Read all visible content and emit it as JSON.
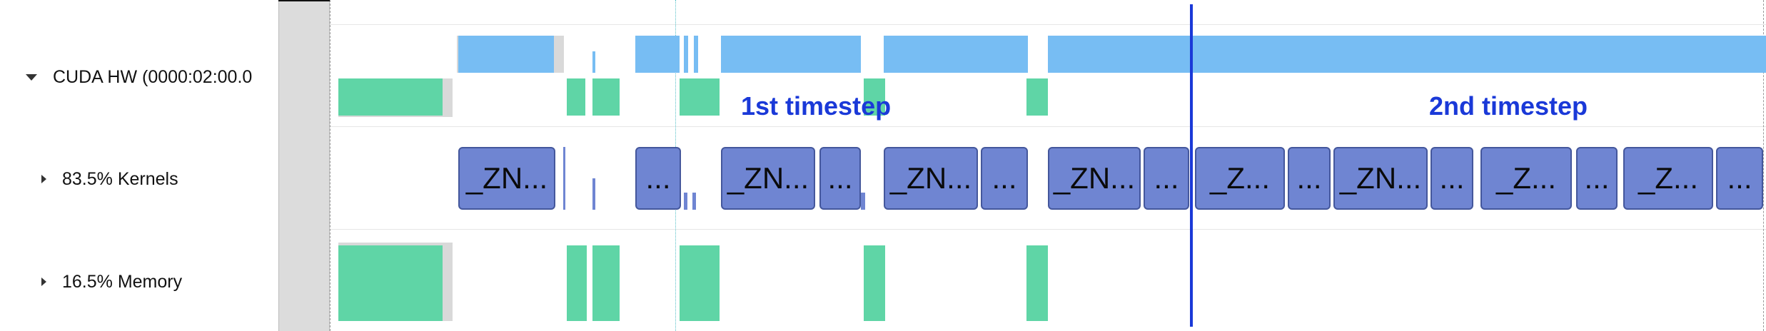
{
  "tree": {
    "rows": [
      {
        "label": "CUDA HW (0000:02:00.0",
        "expanded": true
      },
      {
        "label": "83.5% Kernels",
        "expanded": false
      },
      {
        "label": "16.5% Memory",
        "expanded": false
      }
    ]
  },
  "annotations": {
    "timestep1": "1st timestep",
    "timestep2": "2nd timestep"
  },
  "kernels": [
    {
      "label": "_ZN..."
    },
    {
      "label": "..."
    },
    {
      "label": "_ZN..."
    },
    {
      "label": "..."
    },
    {
      "label": "_ZN..."
    },
    {
      "label": "..."
    },
    {
      "label": "_ZN..."
    },
    {
      "label": "..."
    },
    {
      "label": "_Z..."
    },
    {
      "label": "..."
    },
    {
      "label": "_ZN..."
    },
    {
      "label": "..."
    },
    {
      "label": "_Z..."
    },
    {
      "label": "..."
    },
    {
      "label": "_Z..."
    },
    {
      "label": "..."
    }
  ],
  "colors": {
    "kernel": "#6f85d2",
    "hw_activity": "#77bdf3",
    "memory": "#5fd5a6",
    "annotation": "#1a39d8"
  }
}
